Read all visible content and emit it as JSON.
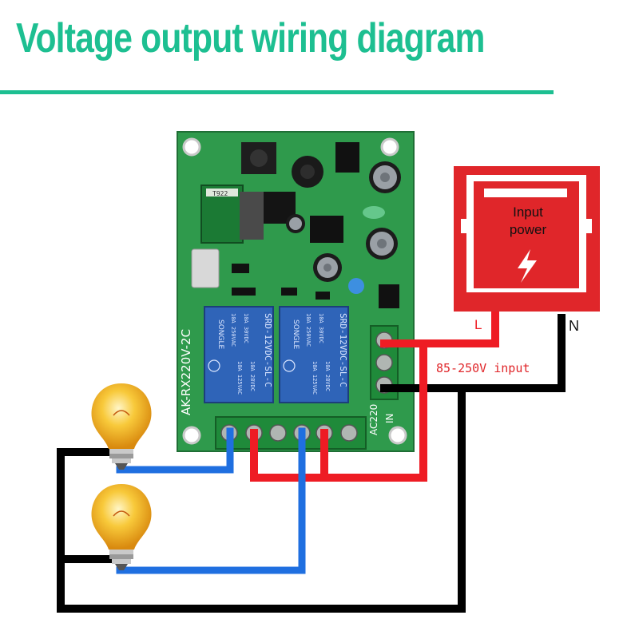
{
  "title": "Voltage output wiring diagram",
  "colors": {
    "title": "#1dbf91",
    "pcb": "#2f9a4c",
    "pcb_dark": "#237a3a",
    "relay": "#2f64b8",
    "terminal": "#1f8a3a",
    "power_box": "#e0262a",
    "wire_red": "#ee1c24",
    "wire_blue": "#1f6fe0",
    "wire_black": "#000000",
    "bulb": "#f4b21f"
  },
  "power_box": {
    "label_line1": "Input",
    "label_line2": "power",
    "icon": "lightning-bolt-icon"
  },
  "terminals": {
    "live": "L",
    "neutral": "N"
  },
  "input_label": "85-250V input",
  "board": {
    "model_label": "AK-RX220V-2C",
    "power_label": "AC220",
    "in_label": "IN",
    "chip_label": "T922",
    "relay_brand": "SONGLE",
    "relay_model": "SRD-12VDC-SL-C",
    "relay_specs": [
      "10A 250VAC",
      "10A 125VAC",
      "10A 30VDC",
      "10A 28VDC"
    ]
  },
  "loads": [
    {
      "name": "lamp-1",
      "icon": "light-bulb-icon"
    },
    {
      "name": "lamp-2",
      "icon": "light-bulb-icon"
    }
  ]
}
